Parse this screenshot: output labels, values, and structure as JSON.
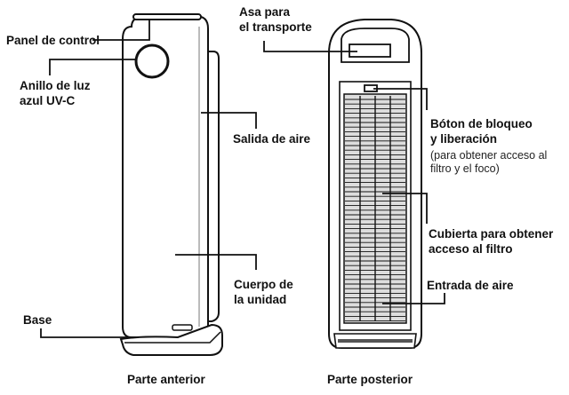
{
  "colors": {
    "line": "#111111",
    "body_fill": "#ffffff",
    "shade": "#d9d9d9",
    "dark": "#2a2a2a"
  },
  "labels": {
    "control_panel": "Panel de control",
    "uv_ring": [
      "Anillo de luz",
      "azul UV-C"
    ],
    "air_outlet": "Salida de aire",
    "unit_body": [
      "Cuerpo de",
      "la unidad"
    ],
    "base": "Base",
    "carry_handle": [
      "Asa para",
      "el transporte"
    ],
    "lock_button": [
      "Bóton de bloqueo",
      "y liberación"
    ],
    "lock_note": [
      "(para obtener acceso al",
      "filtro y el foco)"
    ],
    "filter_cover": [
      "Cubierta para obtener",
      "acceso al filtro"
    ],
    "air_inlet": "Entrada de aire"
  },
  "captions": {
    "front": "Parte anterior",
    "back": "Parte posterior"
  }
}
